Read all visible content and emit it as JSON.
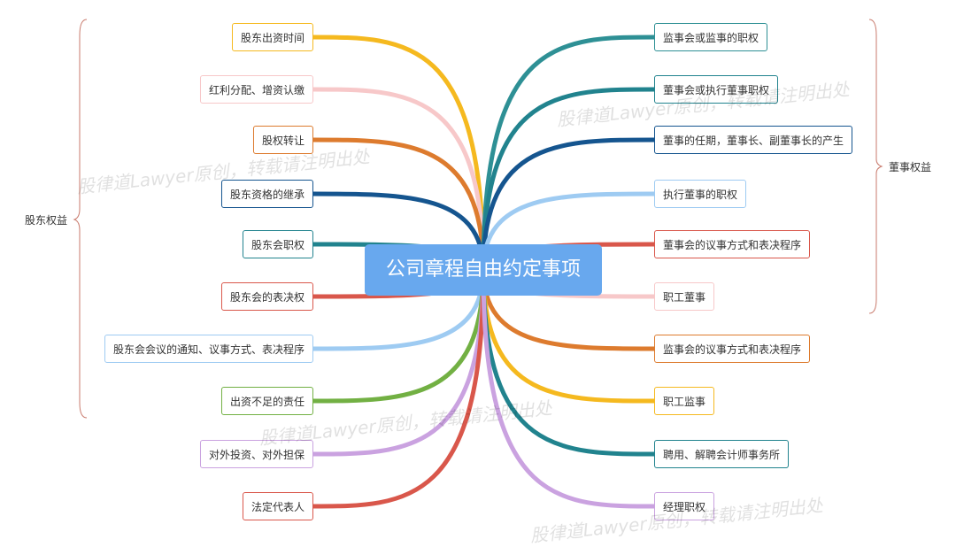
{
  "center": {
    "label": "公司章程自由约定事项",
    "color": "#68a8ee"
  },
  "groups": {
    "left": "股东权益",
    "right": "董事权益"
  },
  "left_nodes": [
    {
      "label": "股东出资时间",
      "color": "#f5b91f"
    },
    {
      "label": "红利分配、增资认缴",
      "color": "#f7c8c9"
    },
    {
      "label": "股权转让",
      "color": "#dd7b2e"
    },
    {
      "label": "股东资格的继承",
      "color": "#15558f"
    },
    {
      "label": "股东会职权",
      "color": "#21838e"
    },
    {
      "label": "股东会的表决权",
      "color": "#d9574b"
    },
    {
      "label": "股东会会议的通知、议事方式、表决程序",
      "color": "#9ecbf2"
    },
    {
      "label": "出资不足的责任",
      "color": "#72b043"
    },
    {
      "label": "对外投资、对外担保",
      "color": "#caa2e0"
    },
    {
      "label": "法定代表人",
      "color": "#d9574b"
    }
  ],
  "right_nodes": [
    {
      "label": "监事会或监事的职权",
      "color": "#2e9095"
    },
    {
      "label": "董事会或执行董事职权",
      "color": "#21838e"
    },
    {
      "label": "董事的任期，董事长、副董事长的产生",
      "color": "#15558f"
    },
    {
      "label": "执行董事的职权",
      "color": "#9ecbf2"
    },
    {
      "label": "董事会的议事方式和表决程序",
      "color": "#d9574b"
    },
    {
      "label": "职工董事",
      "color": "#f7c8c9"
    },
    {
      "label": "监事会的议事方式和表决程序",
      "color": "#dd7b2e"
    },
    {
      "label": "职工监事",
      "color": "#f5b91f"
    },
    {
      "label": "聘用、解聘会计师事务所",
      "color": "#21838e"
    },
    {
      "label": "经理职权",
      "color": "#caa2e0"
    }
  ],
  "watermarks": [
    "股律道Lawyer原创，转载请注明出处",
    "股律道Lawyer原创，转载请注明出处",
    "股律道Lawyer原创，转载请注明出处",
    "股律道Lawyer原创，转载请注明出处"
  ]
}
